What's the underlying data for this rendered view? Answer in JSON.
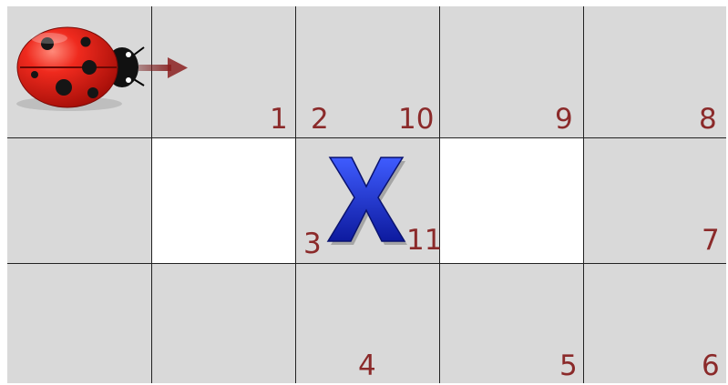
{
  "board": {
    "rows": 3,
    "cols": 5,
    "white_cells": [
      [
        1,
        1
      ],
      [
        1,
        3
      ]
    ],
    "colors": {
      "cell_gray": "#d9d9d9",
      "cell_white": "#ffffff",
      "grid_line": "#222222",
      "number": "#8b2a2a",
      "x_blue": "#1b2fbf"
    }
  },
  "labels": {
    "n1": "1",
    "n2": "2",
    "n3": "3",
    "n4": "4",
    "n5": "5",
    "n6": "6",
    "n7": "7",
    "n8": "8",
    "n9": "9",
    "n10": "10",
    "n11": "11"
  },
  "target": {
    "symbol": "X"
  },
  "ladybug": {
    "facing": "right",
    "icon": "ladybug-icon",
    "arrow": "arrow-right-icon"
  }
}
